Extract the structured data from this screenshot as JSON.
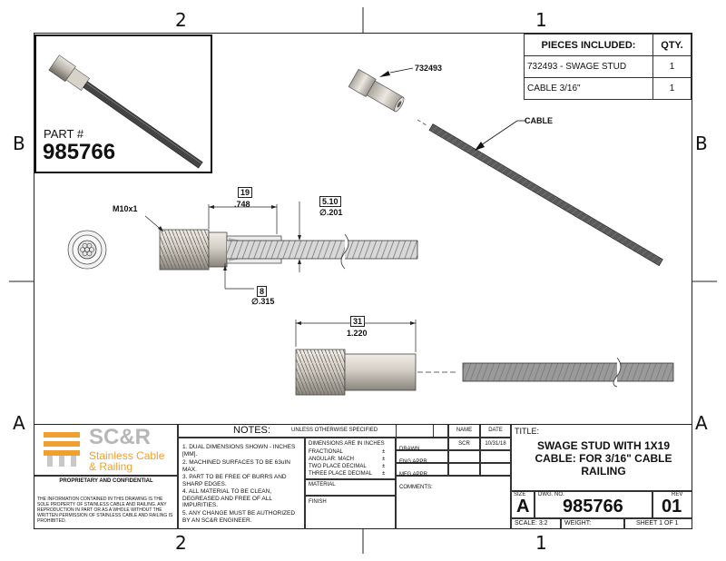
{
  "zones": {
    "top": [
      "2",
      "1"
    ],
    "bottom": [
      "2",
      "1"
    ],
    "left": [
      "B",
      "A"
    ],
    "right": [
      "B",
      "A"
    ]
  },
  "part_box": {
    "label": "PART #",
    "number": "985766"
  },
  "pieces": {
    "header": {
      "name": "PIECES INCLUDED:",
      "qty": "QTY."
    },
    "rows": [
      {
        "name": "732493 - SWAGE STUD",
        "qty": "1"
      },
      {
        "name": "CABLE 3/16\"",
        "qty": "1"
      }
    ]
  },
  "callouts": {
    "stud": "732493",
    "cable": "CABLE",
    "thread": "M10x1",
    "dim1_mm": "19",
    "dim1_in": ".748",
    "dim2_mm": "5.10",
    "dim2_in": "∅.201",
    "dim3_mm": "8",
    "dim3_in": "∅.315",
    "dim4_mm": "31",
    "dim4_in": "1.220"
  },
  "logo": {
    "mark": "SC&R",
    "line1": "Stainless Cable",
    "line2": "& Railing",
    "brand_color": "#f0a030"
  },
  "proprietary": {
    "title": "PROPRIETARY AND CONFIDENTIAL",
    "body": "THE INFORMATION CONTAINED IN THIS DRAWING IS THE SOLE PROPERTY OF STAINLESS CABLE AND RAILING. ANY REPRODUCTION IN PART OR AS A WHOLE WITHOUT THE WRITTEN PERMISSION OF STAINLESS CABLE AND RAILING IS PROHIBITED."
  },
  "notes": {
    "title": "NOTES:",
    "subtitle": "UNLESS OTHERWISE SPECIFIED",
    "items": [
      "1. DUAL DIMENSIONS SHOWN - INCHES [MM].",
      "2. MACHINED SURFACES TO BE 63uIN MAX.",
      "3. PART TO BE FREE OF BURRS AND SHARP EDGES.",
      "4. ALL MATERIAL TO BE CLEAN, DEGREASED AND FREE OF ALL IMPURITIES.",
      "5. ANY CHANGE MUST BE AUTHORIZED BY AN SC&R ENGINEER."
    ],
    "dims_title": "DIMENSIONS ARE IN INCHES",
    "tolerances": [
      {
        "label": "FRACTIONAL",
        "val": "±"
      },
      {
        "label": "ANGULAR: MACH",
        "val": "±"
      },
      {
        "label": "TWO PLACE DECIMAL",
        "val": "±"
      },
      {
        "label": "THREE PLACE DECIMAL",
        "val": "±"
      }
    ],
    "material": "MATERIAL",
    "finish": "FINISH"
  },
  "approvals": {
    "name_hdr": "NAME",
    "date_hdr": "DATE",
    "drawn": "DRAWN",
    "drawn_name": "SCR",
    "drawn_date": "10/31/18",
    "eng": "ENG APPR.",
    "mfg": "MFG APPR.",
    "comments": "COMMENTS:"
  },
  "titleblock": {
    "title_lbl": "TITLE:",
    "title": "SWAGE STUD WITH 1X19 CABLE: FOR 3/16\" CABLE RAILING",
    "size_lbl": "SIZE",
    "size": "A",
    "dwg_lbl": "DWG.  NO.",
    "dwg": "985766",
    "rev_lbl": "REV",
    "rev": "01",
    "scale": "SCALE: 3:2",
    "weight": "WEIGHT:",
    "sheet": "SHEET 1 OF 1"
  }
}
